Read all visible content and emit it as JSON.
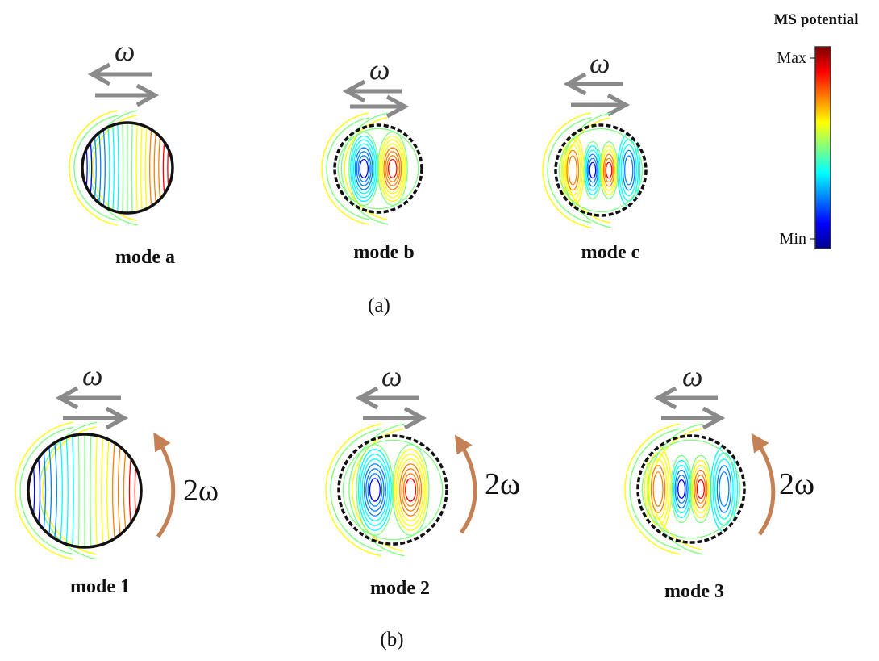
{
  "colorbar": {
    "title": "MS potential",
    "max_label": "Max",
    "min_label": "Min",
    "colors": [
      "#00008f",
      "#0000ff",
      "#0080ff",
      "#00ffff",
      "#80ff80",
      "#ffff00",
      "#ff8000",
      "#ff0000",
      "#800000"
    ]
  },
  "panel_a": {
    "label": "(a)",
    "modes": [
      {
        "label": "mode a",
        "omega": "ω"
      },
      {
        "label": "mode b",
        "omega": "ω"
      },
      {
        "label": "mode c",
        "omega": "ω"
      }
    ]
  },
  "panel_b": {
    "label": "(b)",
    "rotation_label": "2ω",
    "modes": [
      {
        "label": "mode 1",
        "omega": "ω"
      },
      {
        "label": "mode 2",
        "omega": "ω"
      },
      {
        "label": "mode 3",
        "omega": "ω"
      }
    ]
  },
  "colors": {
    "arrow": "#8a8a8a",
    "rotation_arrow": "#c48155",
    "disk_outline": "#111111"
  }
}
